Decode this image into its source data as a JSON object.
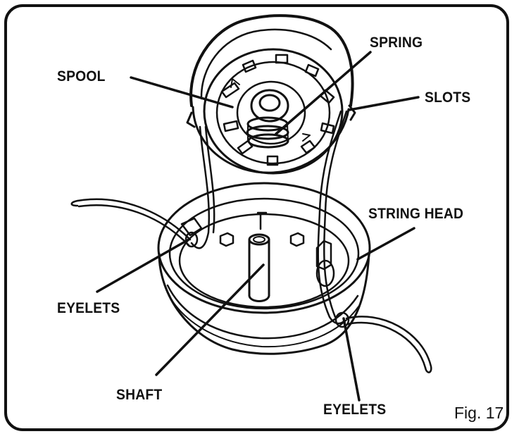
{
  "labels": {
    "spool": "SPOOL",
    "spring": "SPRING",
    "slots": "SLOTS",
    "string_head": "STRING HEAD",
    "eyelets_left": "EYELETS",
    "shaft": "SHAFT",
    "eyelets_bottom": "EYELETS"
  },
  "figure_caption": "Fig. 17"
}
